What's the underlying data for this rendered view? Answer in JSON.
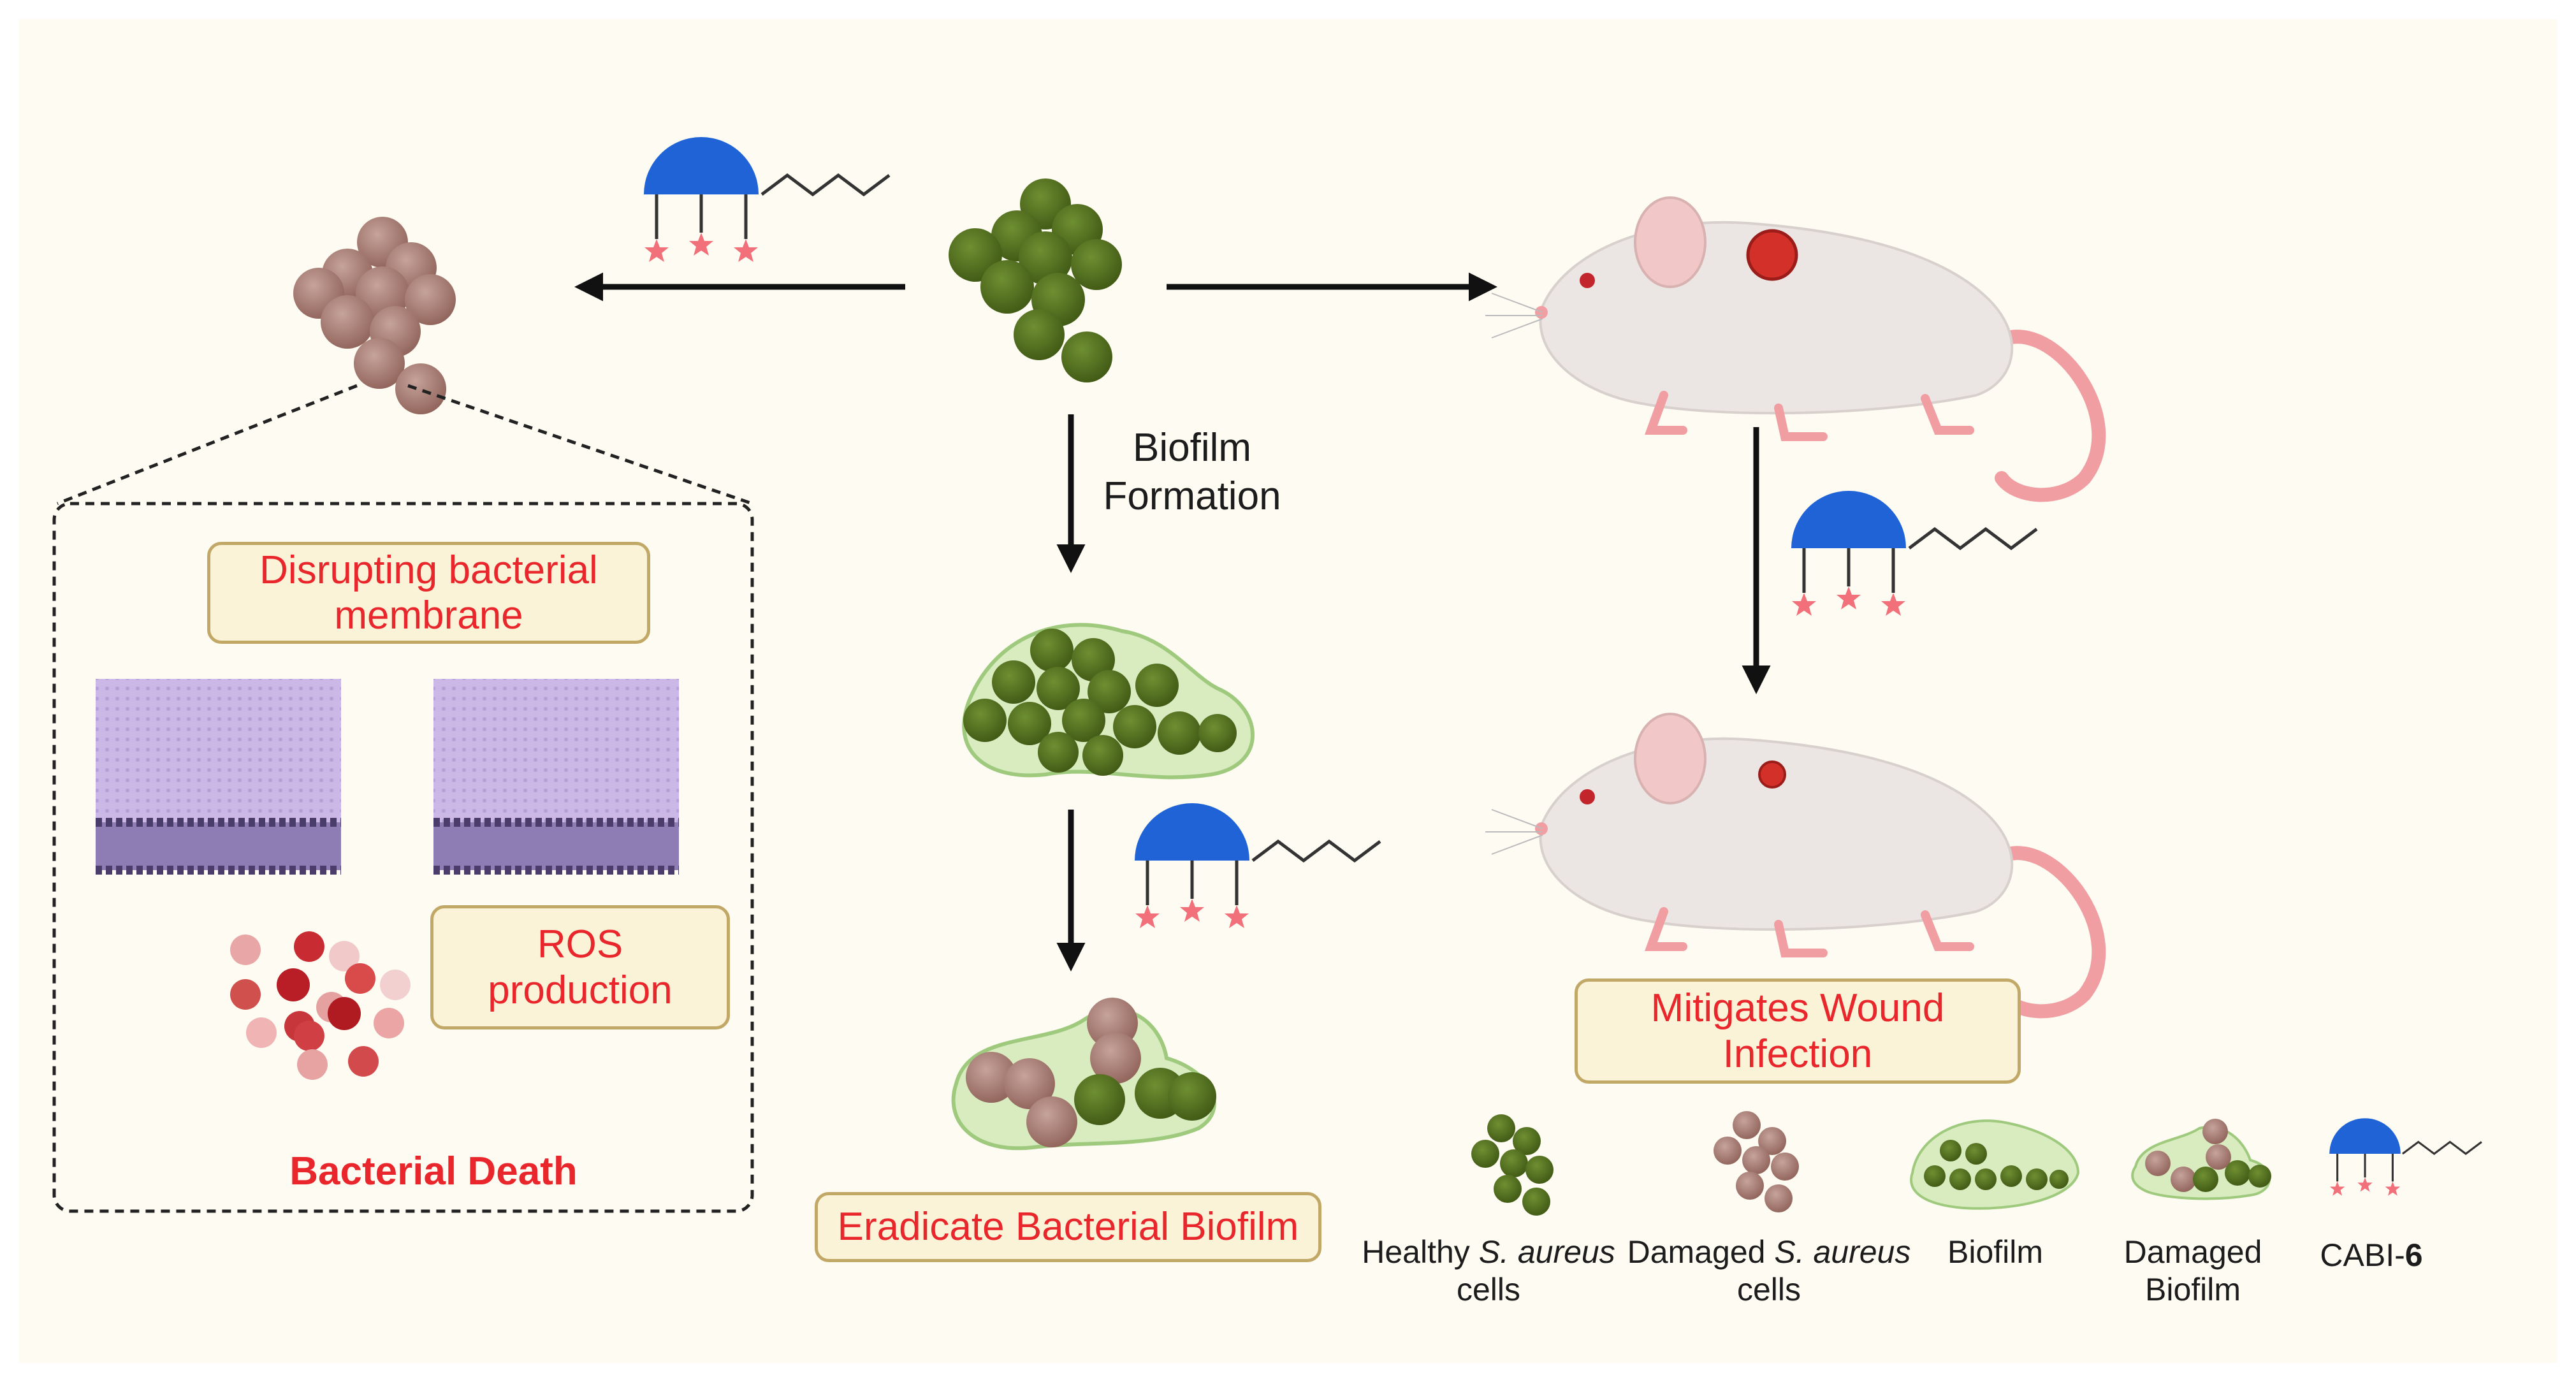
{
  "colors": {
    "background": "#fdfbf2",
    "healthy_cell": "#4e6c1b",
    "damaged_cell": "#a3766e",
    "biofilm_matrix": "#d8ecc0",
    "label_red": "#e8262b",
    "box_fill": "#fbf3d7",
    "box_border": "#c2a866",
    "membrane": "#c9b6e4",
    "polymer_arc": "#1f63d6",
    "star": "#f2707a",
    "mouse_body": "#ebe6e4",
    "mouse_tail": "#f09ea2",
    "wound": "#d3302a"
  },
  "icons": [
    "healthy-cell-cluster-icon",
    "damaged-cell-cluster-icon",
    "biofilm-icon",
    "damaged-biofilm-icon",
    "cabi-6-molecule-icon",
    "mouse-icon",
    "wound-icon",
    "lipid-bilayer-icon",
    "ros-particles-icon",
    "arrow-icon"
  ],
  "labels": {
    "biofilm_formation_1": "Biofilm",
    "biofilm_formation_2": "Formation",
    "disrupting_1": "Disrupting bacterial",
    "disrupting_2": "membrane",
    "ros_1": "ROS",
    "ros_2": "production",
    "bacterial_death": "Bacterial Death",
    "eradicate": "Eradicate Bacterial Biofilm",
    "mitigates_1": "Mitigates Wound",
    "mitigates_2": "Infection"
  },
  "legend": {
    "healthy_1": "Healthy ",
    "healthy_italic": "S. aureus",
    "healthy_2": "cells",
    "damaged_1": "Damaged ",
    "damaged_italic": "S. aureus",
    "damaged_2": "cells",
    "biofilm": "Biofilm",
    "damaged_biofilm_1": "Damaged",
    "damaged_biofilm_2": "Biofilm",
    "cabi_prefix": "CABI-",
    "cabi_bold": "6"
  }
}
